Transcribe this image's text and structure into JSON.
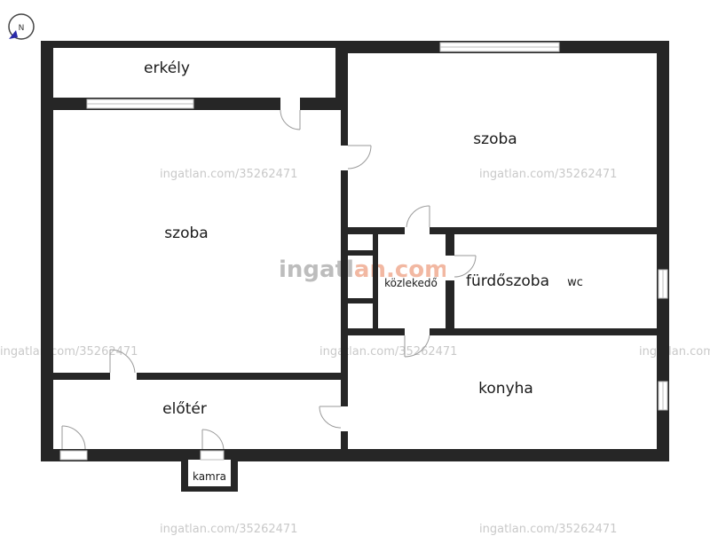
{
  "rooms": {
    "balcony": "erkély",
    "room_left": "szoba",
    "room_right": "szoba",
    "hallway": "közlekedő",
    "bathroom": "fürdőszoba",
    "wc": "wc",
    "kitchen": "konyha",
    "entrance": "előtér",
    "pantry": "kamra"
  },
  "watermark": {
    "url": "ingatlan.com/35262471",
    "url_short": "ingatlan.com/35262471",
    "logo_part1": "ingatl",
    "logo_part2": "an.com",
    "colors": {
      "logo_gray": "#bfbfbf",
      "logo_accent": "#f2b8a2"
    }
  },
  "colors": {
    "wall": "#262626",
    "window": "#bdbdbd",
    "door": "#9a9a9a"
  },
  "icons": {
    "compass": "north-arrow-icon"
  }
}
